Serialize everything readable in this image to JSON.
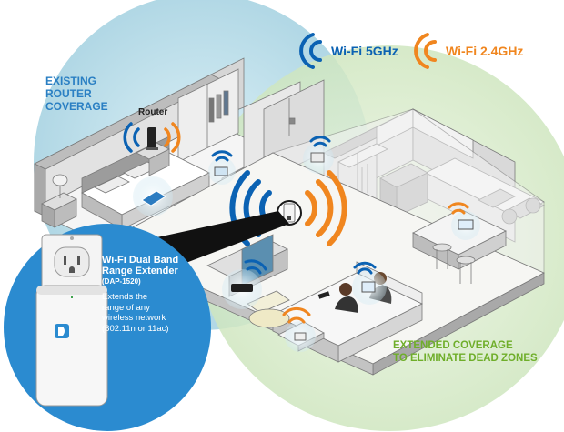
{
  "legend": {
    "wifi5": {
      "label": "Wi-Fi 5GHz",
      "color": "#0b62b3"
    },
    "wifi24": {
      "label": "Wi-Fi 2.4GHz",
      "color": "#f0861f"
    }
  },
  "labels": {
    "router_coverage": [
      "EXISTING",
      "ROUTER",
      "COVERAGE"
    ],
    "router": "Router",
    "extended_coverage": [
      "EXTENDED COVERAGE",
      "TO ELIMINATE DEAD ZONES"
    ]
  },
  "product": {
    "title_lines": [
      "Wi-Fi Dual Band",
      "Range Extender"
    ],
    "model": "(DAP-1520)",
    "desc_lines": [
      "Extends the",
      "range of any",
      "wireless network",
      "(802.11n or 11ac)"
    ]
  },
  "colors": {
    "router_zone": "#b9dce8",
    "extended_zone": "#cfe6bf",
    "panel": "#2b8bd0",
    "blue": "#0b62b3",
    "orange": "#f0861f"
  }
}
